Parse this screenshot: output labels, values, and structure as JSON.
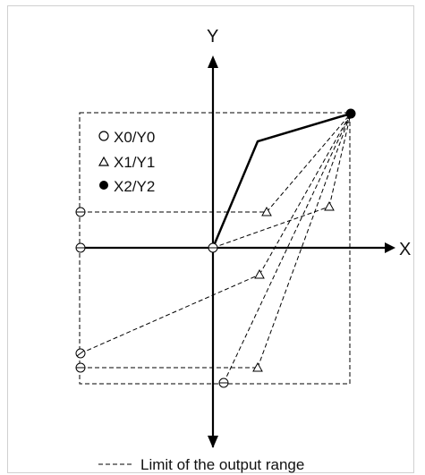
{
  "axes": {
    "x_label": "X",
    "y_label": "Y"
  },
  "legend": {
    "items": [
      {
        "symbol": "open-circle",
        "label": "X0/Y0"
      },
      {
        "symbol": "open-triangle",
        "label": "X1/Y1"
      },
      {
        "symbol": "filled-circle",
        "label": "X2/Y2"
      }
    ]
  },
  "footer": {
    "dashed_line_caption": "Limit of the output range"
  },
  "colors": {
    "stroke": "#000000",
    "background": "#ffffff",
    "frame": "#d0d0d0"
  }
}
